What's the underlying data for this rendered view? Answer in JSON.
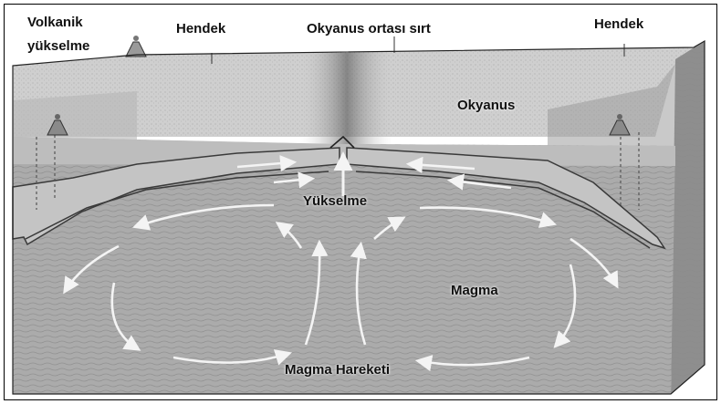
{
  "labels": {
    "volcanic_line1": "Volkanik",
    "volcanic_line2": "yükselme",
    "trench_left": "Hendek",
    "mid_ocean_ridge": "Okyanus ortası sırt",
    "trench_right": "Hendek",
    "ocean": "Okyanus",
    "upwelling": "Yükselme",
    "magma": "Magma",
    "magma_movement": "Magma Hareketi"
  },
  "colors": {
    "ocean_surface": "#c9c9c9",
    "front_face": "#a9a9a9",
    "right_face": "#8c8c8c",
    "plate_lines": "#3a3a3a",
    "arrows": "#f4f4f4",
    "outline": "#000000"
  },
  "icons": [
    "volcano-icon",
    "convection-arrow-icon"
  ]
}
